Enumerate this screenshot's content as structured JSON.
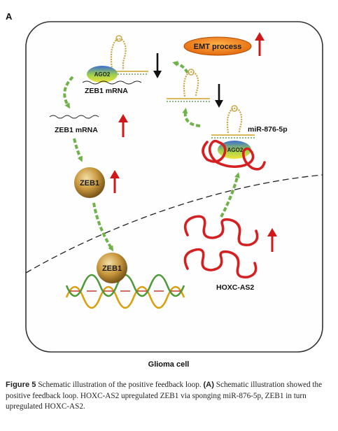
{
  "panel_letter": "A",
  "labels": {
    "emt": "EMT process",
    "ago2_top": "AGO2",
    "ago2_bottom": "AGO2",
    "zeb1_mrna_bound": "ZEB1 mRNA",
    "zeb1_mrna_free": "ZEB1 mRNA",
    "zeb1_protein_cyto": "ZEB1",
    "zeb1_protein_nucleus": "ZEB1",
    "mirna": "miR-876-5p",
    "hoxc_as2": "HOXC-AS2",
    "cell": "Glioma cell"
  },
  "caption": {
    "figure_label": "Figure 5",
    "title": "Schematic illustration of the positive feedback loop.",
    "panel_ref": "(A)",
    "body": "Schematic illustration showed the positive feedback loop. HOXC-AS2 upregulated ZEB1 via sponging miR-876-5p, ZEB1 in turn upregulated HOXC-AS2."
  },
  "colors": {
    "arrow_green": "#6fb24a",
    "up_red": "#d01818",
    "rna_red": "#d42020",
    "emt_fill": "#f07a12",
    "zeb1_gold": "#b8862e",
    "ago2_blue": "#4a7bd0",
    "ago2_yellow": "#f0e040",
    "ago2_green": "#8cc84a"
  }
}
